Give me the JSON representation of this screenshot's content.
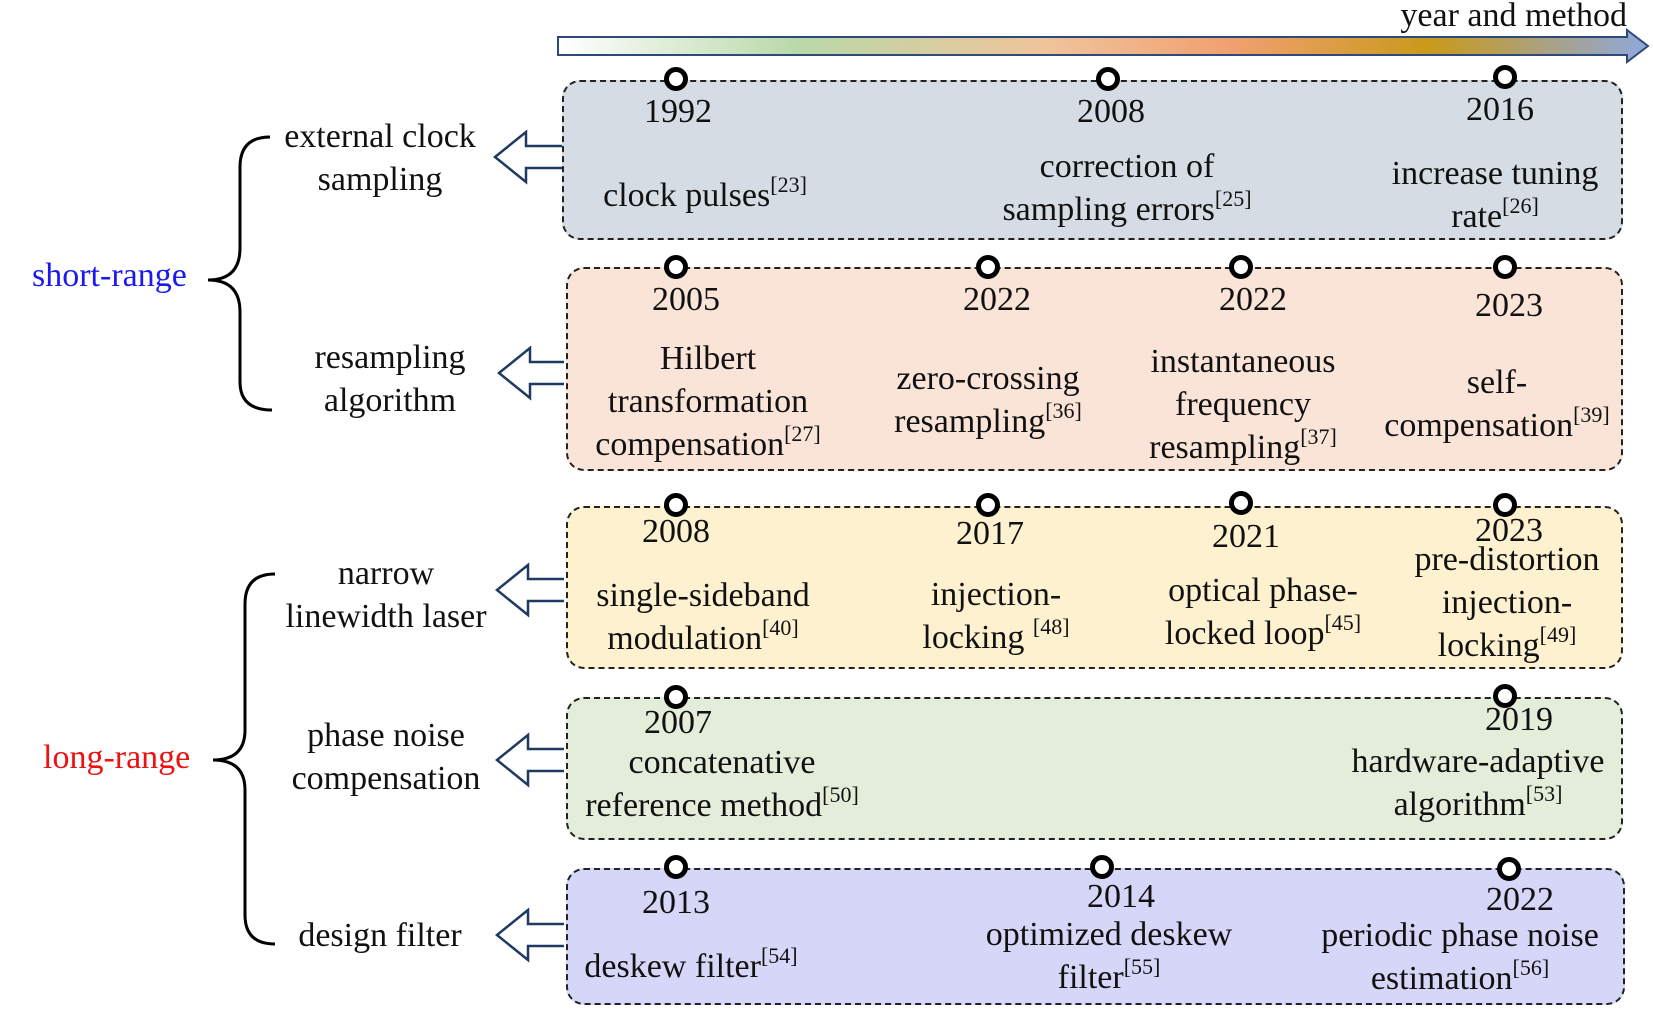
{
  "axis": {
    "label": "year and method"
  },
  "ranges": {
    "short": {
      "label": "short-range",
      "color": "#1a1af0"
    },
    "long": {
      "label": "long-range",
      "color": "#ee1111"
    }
  },
  "categories": {
    "external_clock": {
      "line1": "external clock",
      "line2": "sampling"
    },
    "resampling": {
      "line1": "resampling",
      "line2": "algorithm"
    },
    "narrow_linewidth": {
      "line1": "narrow",
      "line2": "linewidth laser"
    },
    "phase_noise": {
      "line1": "phase noise",
      "line2": "compensation"
    },
    "design_filter": {
      "line1": "design filter"
    }
  },
  "rows": [
    {
      "id": "external-clock",
      "color": "#d6dce4",
      "items": [
        {
          "year": "1992",
          "lines": [
            "clock pulses"
          ],
          "ref": "[23]"
        },
        {
          "year": "2008",
          "lines": [
            "correction of",
            "sampling errors"
          ],
          "ref": "[25]"
        },
        {
          "year": "2016",
          "lines": [
            "increase tuning",
            "rate"
          ],
          "ref": "[26]"
        }
      ]
    },
    {
      "id": "resampling",
      "color": "#fae4d8",
      "items": [
        {
          "year": "2005",
          "lines": [
            "Hilbert",
            "transformation",
            "compensation"
          ],
          "ref": "[27]"
        },
        {
          "year": "2022",
          "lines": [
            "zero-crossing",
            "resampling"
          ],
          "ref": "[36]"
        },
        {
          "year": "2022",
          "lines": [
            "instantaneous",
            "frequency",
            "resampling"
          ],
          "ref": "[37]"
        },
        {
          "year": "2023",
          "lines": [
            "self-",
            "compensation"
          ],
          "ref": "[39]"
        }
      ]
    },
    {
      "id": "narrow-linewidth",
      "color": "#fdf1cf",
      "items": [
        {
          "year": "2008",
          "lines": [
            "single-sideband",
            "modulation"
          ],
          "ref": "[40]"
        },
        {
          "year": "2017",
          "lines": [
            "injection-",
            "locking "
          ],
          "ref": "[48]"
        },
        {
          "year": "2021",
          "lines": [
            "optical phase-",
            "locked loop"
          ],
          "ref": "[45]"
        },
        {
          "year": "2023",
          "lines": [
            "pre-distortion",
            "injection-",
            "locking"
          ],
          "ref": "[49]"
        }
      ]
    },
    {
      "id": "phase-noise",
      "color": "#e3edd9",
      "items": [
        {
          "year": "2007",
          "lines": [
            "concatenative",
            "reference method"
          ],
          "ref": "[50]"
        },
        {
          "year": "2019",
          "lines": [
            "hardware-adaptive",
            "algorithm"
          ],
          "ref": "[53]"
        }
      ]
    },
    {
      "id": "design-filter",
      "color": "#d6d6f8",
      "items": [
        {
          "year": "2013",
          "lines": [
            "deskew filter"
          ],
          "ref": "[54]"
        },
        {
          "year": "2014",
          "lines": [
            "optimized deskew",
            "filter"
          ],
          "ref": "[55]"
        },
        {
          "year": "2022",
          "lines": [
            "periodic phase noise",
            "estimation"
          ],
          "ref": "[56]"
        }
      ]
    }
  ]
}
